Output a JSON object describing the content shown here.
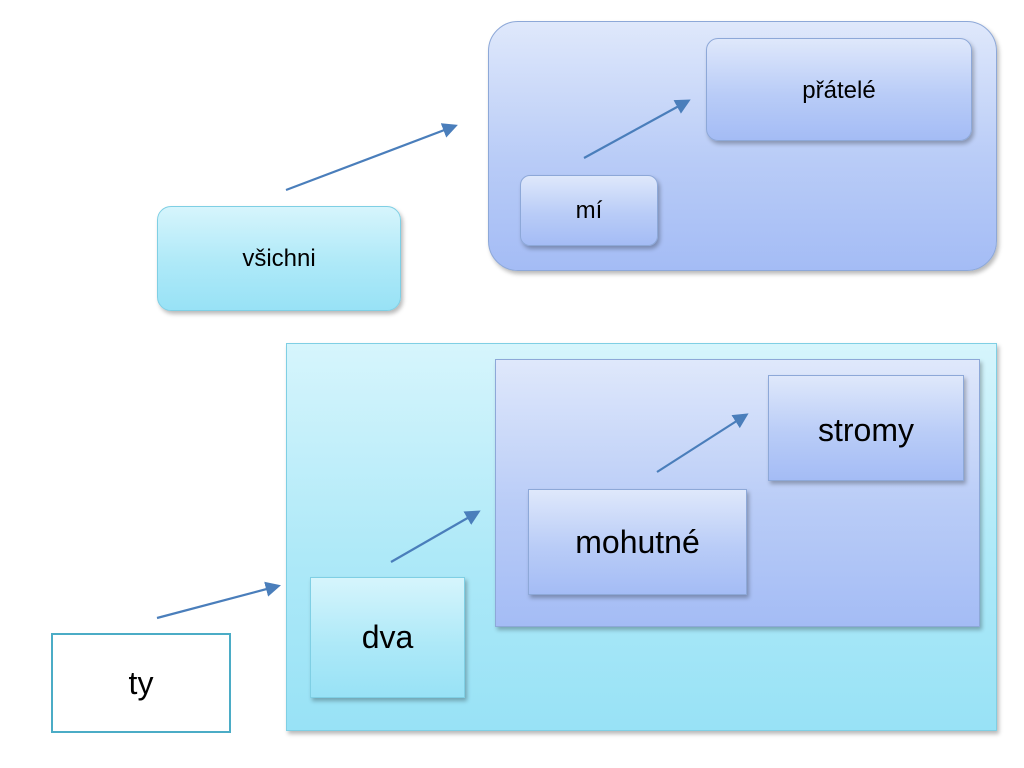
{
  "nodes": {
    "pratele": "přátelé",
    "mi": "mí",
    "vsichni": "všichni",
    "stromy": "stromy",
    "mohutne": "mohutné",
    "dva": "dva",
    "ty": "ty"
  },
  "colors": {
    "arrow": "#4a7ebb",
    "cyan_fill": "#aee9f8",
    "blue_fill": "#b9ccf7",
    "ty_border": "#4bacc6"
  }
}
